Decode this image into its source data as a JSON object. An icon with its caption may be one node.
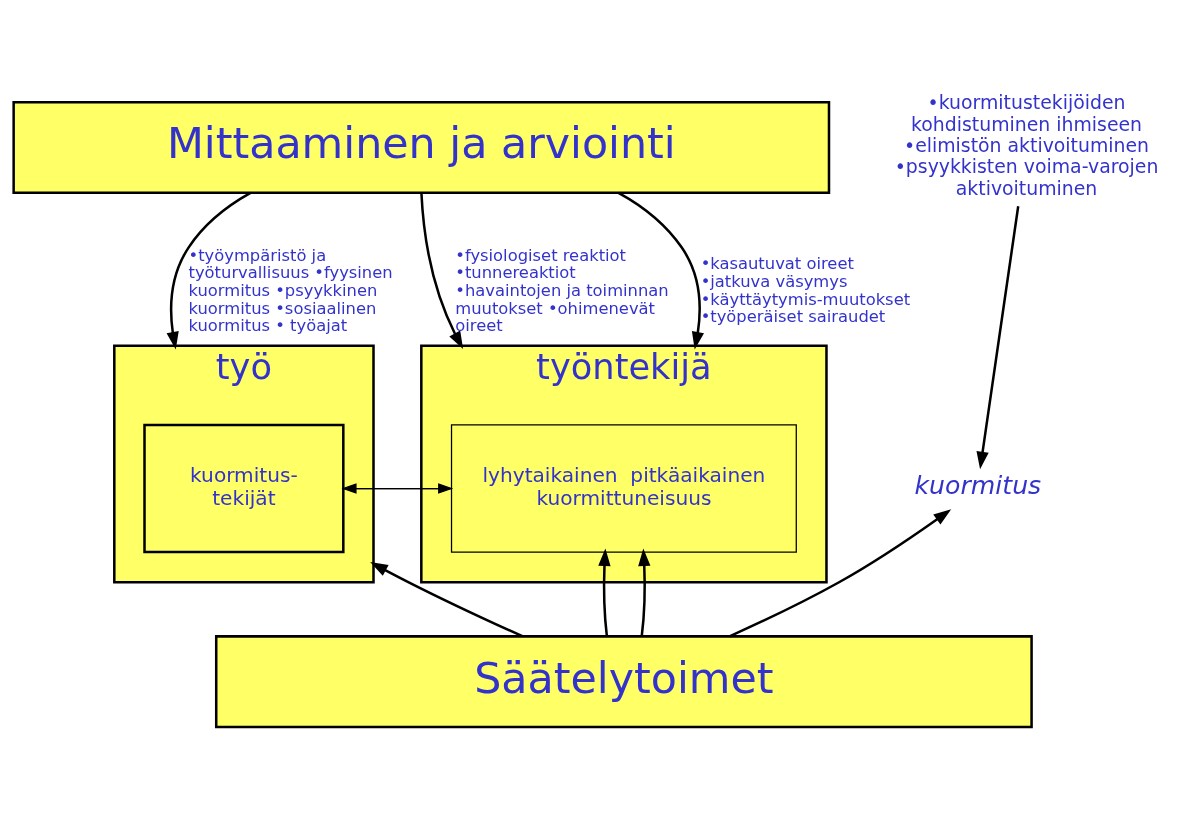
{
  "diagram": {
    "nodes": [
      {
        "text": [
          "Mittaaminen ja arviointi"
        ]
      },
      {
        "text": [
          "työ"
        ]
      },
      {
        "text": [
          "kuormitus-tekijät"
        ],
        "in": 1
      },
      {
        "text": [
          "työntekijä"
        ]
      },
      {
        "text": [
          "lyhytaikainen  pitkäaikainen kuormittuneisuus"
        ],
        "in": 3
      },
      {
        "text": [
          "Säätelytoimet"
        ]
      },
      {
        "text": [
          "•kuormitustekijöiden kohdistuminen ihmiseen",
          "•elimistön aktivoituminen",
          "•psyykkisten voima-varojen aktivoituminen"
        ]
      },
      {
        "text": [
          "kuormitus"
        ]
      }
    ],
    "edges": [
      {
        "from": 0,
        "to": 1,
        "arrow": "to",
        "label": "•työympäristö ja työturvallisuus •fyysinen kuormitus •psyykkinen kuormitus •sosiaalinen kuormitus • työajat"
      },
      {
        "from": 0,
        "to": 3,
        "arrow": "to",
        "label": "•fysiologiset reaktiot •tunnereaktiot •havaintojen ja toiminnan muutokset •ohimenevät oireet"
      },
      {
        "from": 0,
        "to": 3,
        "arrow": "to",
        "label": "•kasautuvat oireet •jatkuva väsymys •käyttäytymis-muutokset •työperäiset sairaudet"
      },
      {
        "from": 6,
        "to": 7,
        "arrow": "to"
      },
      {
        "from": 4,
        "to": 2,
        "arrow": "to"
      },
      {
        "from": 2,
        "to": 4,
        "arrow": "to"
      },
      {
        "from": 5,
        "to": 1,
        "arrow": "to"
      },
      {
        "from": 5,
        "to": 7,
        "arrow": "to"
      },
      {
        "from": 5,
        "to": 4,
        "arrow": "to"
      },
      {
        "from": 5,
        "to": 4,
        "arrow": "to"
      }
    ]
  }
}
